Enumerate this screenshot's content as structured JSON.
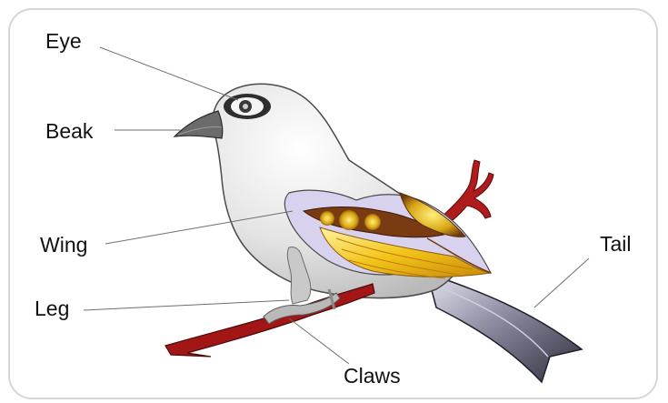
{
  "labels": {
    "eye": "Eye",
    "beak": "Beak",
    "wing": "Wing",
    "leg": "Leg",
    "tail": "Tail",
    "claws": "Claws"
  },
  "colors": {
    "body": "#dcdcdc",
    "branch": "#a31616",
    "wing_yellow": "#f2c419",
    "wing_brown": "#7a3a12",
    "wing_lilac": "#d9d2ee",
    "tail": "#5a5a6e",
    "beak": "#6b6b6b"
  }
}
